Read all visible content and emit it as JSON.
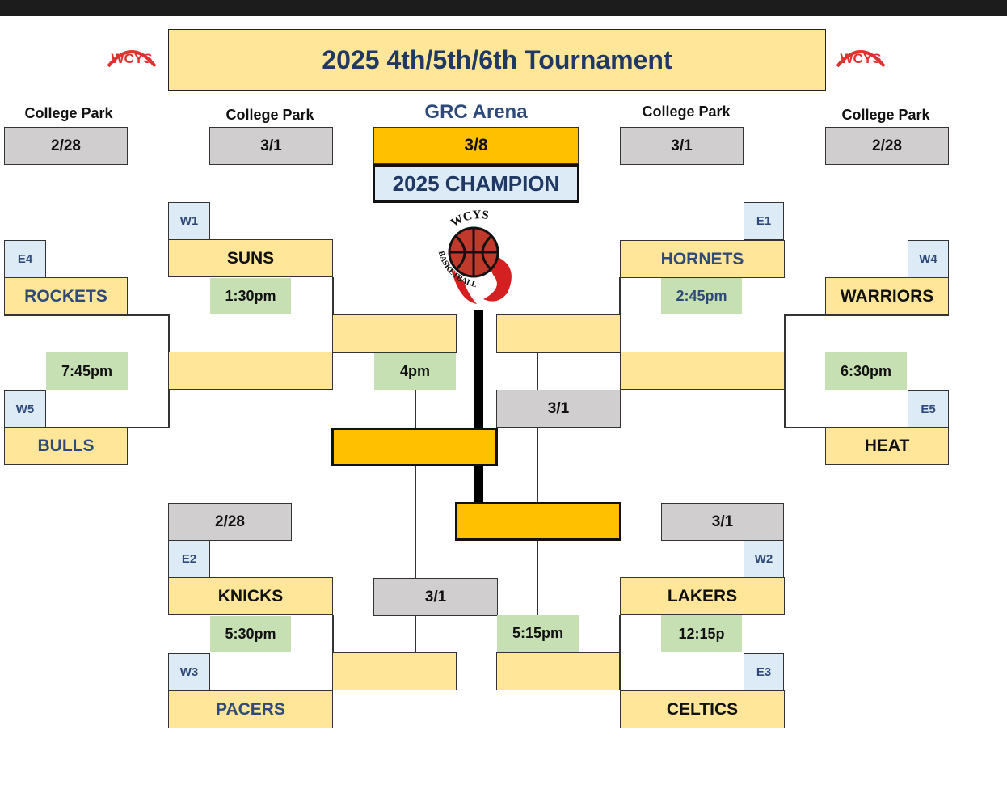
{
  "title": "2025 4th/5th/6th Tournament",
  "logo_text": "WCYS",
  "ball_logo": {
    "top": "WCYS",
    "bottom": "BASKETBALL"
  },
  "colors": {
    "title_fill": "#ffe699",
    "gold": "#ffc000",
    "gray": "#d0cece",
    "seed_fill": "#ddebf7",
    "time_fill": "#c6e0b4",
    "navy": "#1f3864"
  },
  "venues": {
    "far_left": "College Park",
    "left": "College Park",
    "center": "GRC Arena",
    "right": "College Park",
    "far_right": "College Park"
  },
  "dates": {
    "far_left": "2/28",
    "left": "3/1",
    "center": "3/8",
    "right": "3/1",
    "far_right": "2/28",
    "lower_left": "2/28",
    "lower_right": "3/1",
    "mid_right": "3/1",
    "lower_center": "3/1"
  },
  "champion_label": "2025 CHAMPION",
  "seeds": {
    "w1": "W1",
    "e4": "E4",
    "w5": "W5",
    "e1": "E1",
    "w4": "W4",
    "e5": "E5",
    "e2": "E2",
    "w3": "W3",
    "w2": "W2",
    "e3": "E3"
  },
  "teams": {
    "suns": "SUNS",
    "rockets": "ROCKETS",
    "bulls": "BULLS",
    "hornets": "HORNETS",
    "warriors": "WARRIORS",
    "heat": "HEAT",
    "knicks": "KNICKS",
    "pacers": "PACERS",
    "lakers": "LAKERS",
    "celtics": "CELTICS"
  },
  "times": {
    "suns": "1:30pm",
    "rockets_bulls": "7:45pm",
    "left_semi": "4pm",
    "hornets": "2:45pm",
    "warriors_heat": "6:30pm",
    "knicks_pacers": "5:30pm",
    "lakers_celtics": "12:15p",
    "lower_semi": "5:15pm"
  }
}
